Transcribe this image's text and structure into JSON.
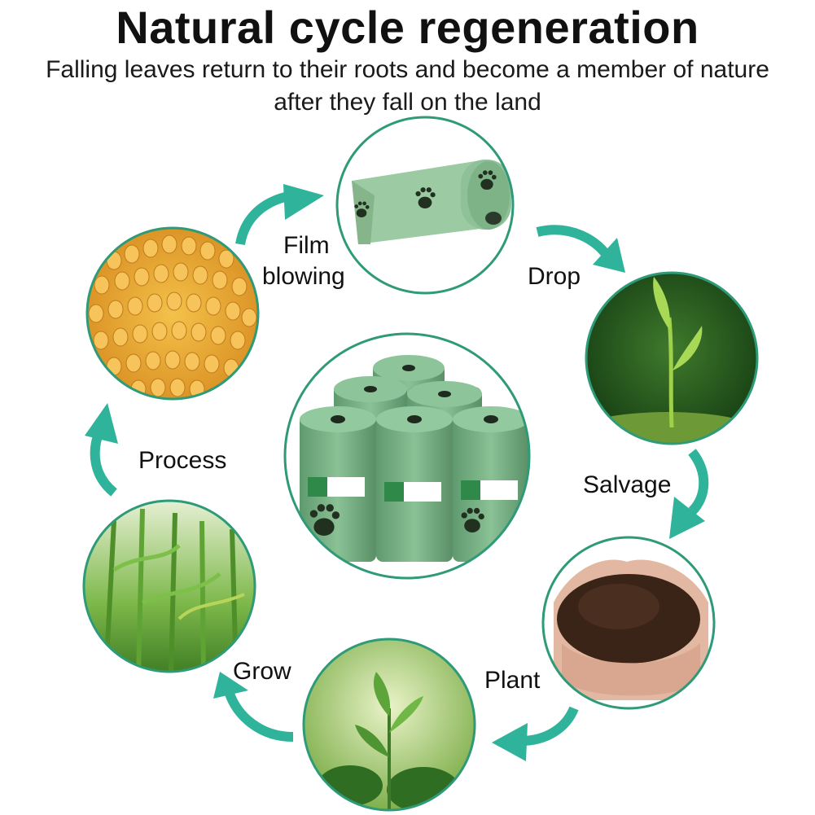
{
  "title": "Natural cycle regeneration",
  "subtitle": "Falling leaves return to their roots and become a member of nature after they fall on the land",
  "stages": {
    "film_blowing": {
      "line1": "Film",
      "line2": "blowing"
    },
    "drop": "Drop",
    "salvage": "Salvage",
    "plant": "Plant",
    "grow": "Grow",
    "process": "Process"
  },
  "colors": {
    "arrow": "#2fb39a",
    "circle_border": "#2e9a78",
    "bag_green": "#6fa77e",
    "corn": "#e8a83a",
    "soil": "#3a2418"
  },
  "icons": [
    "arrow-icon",
    "paw-print-icon"
  ]
}
